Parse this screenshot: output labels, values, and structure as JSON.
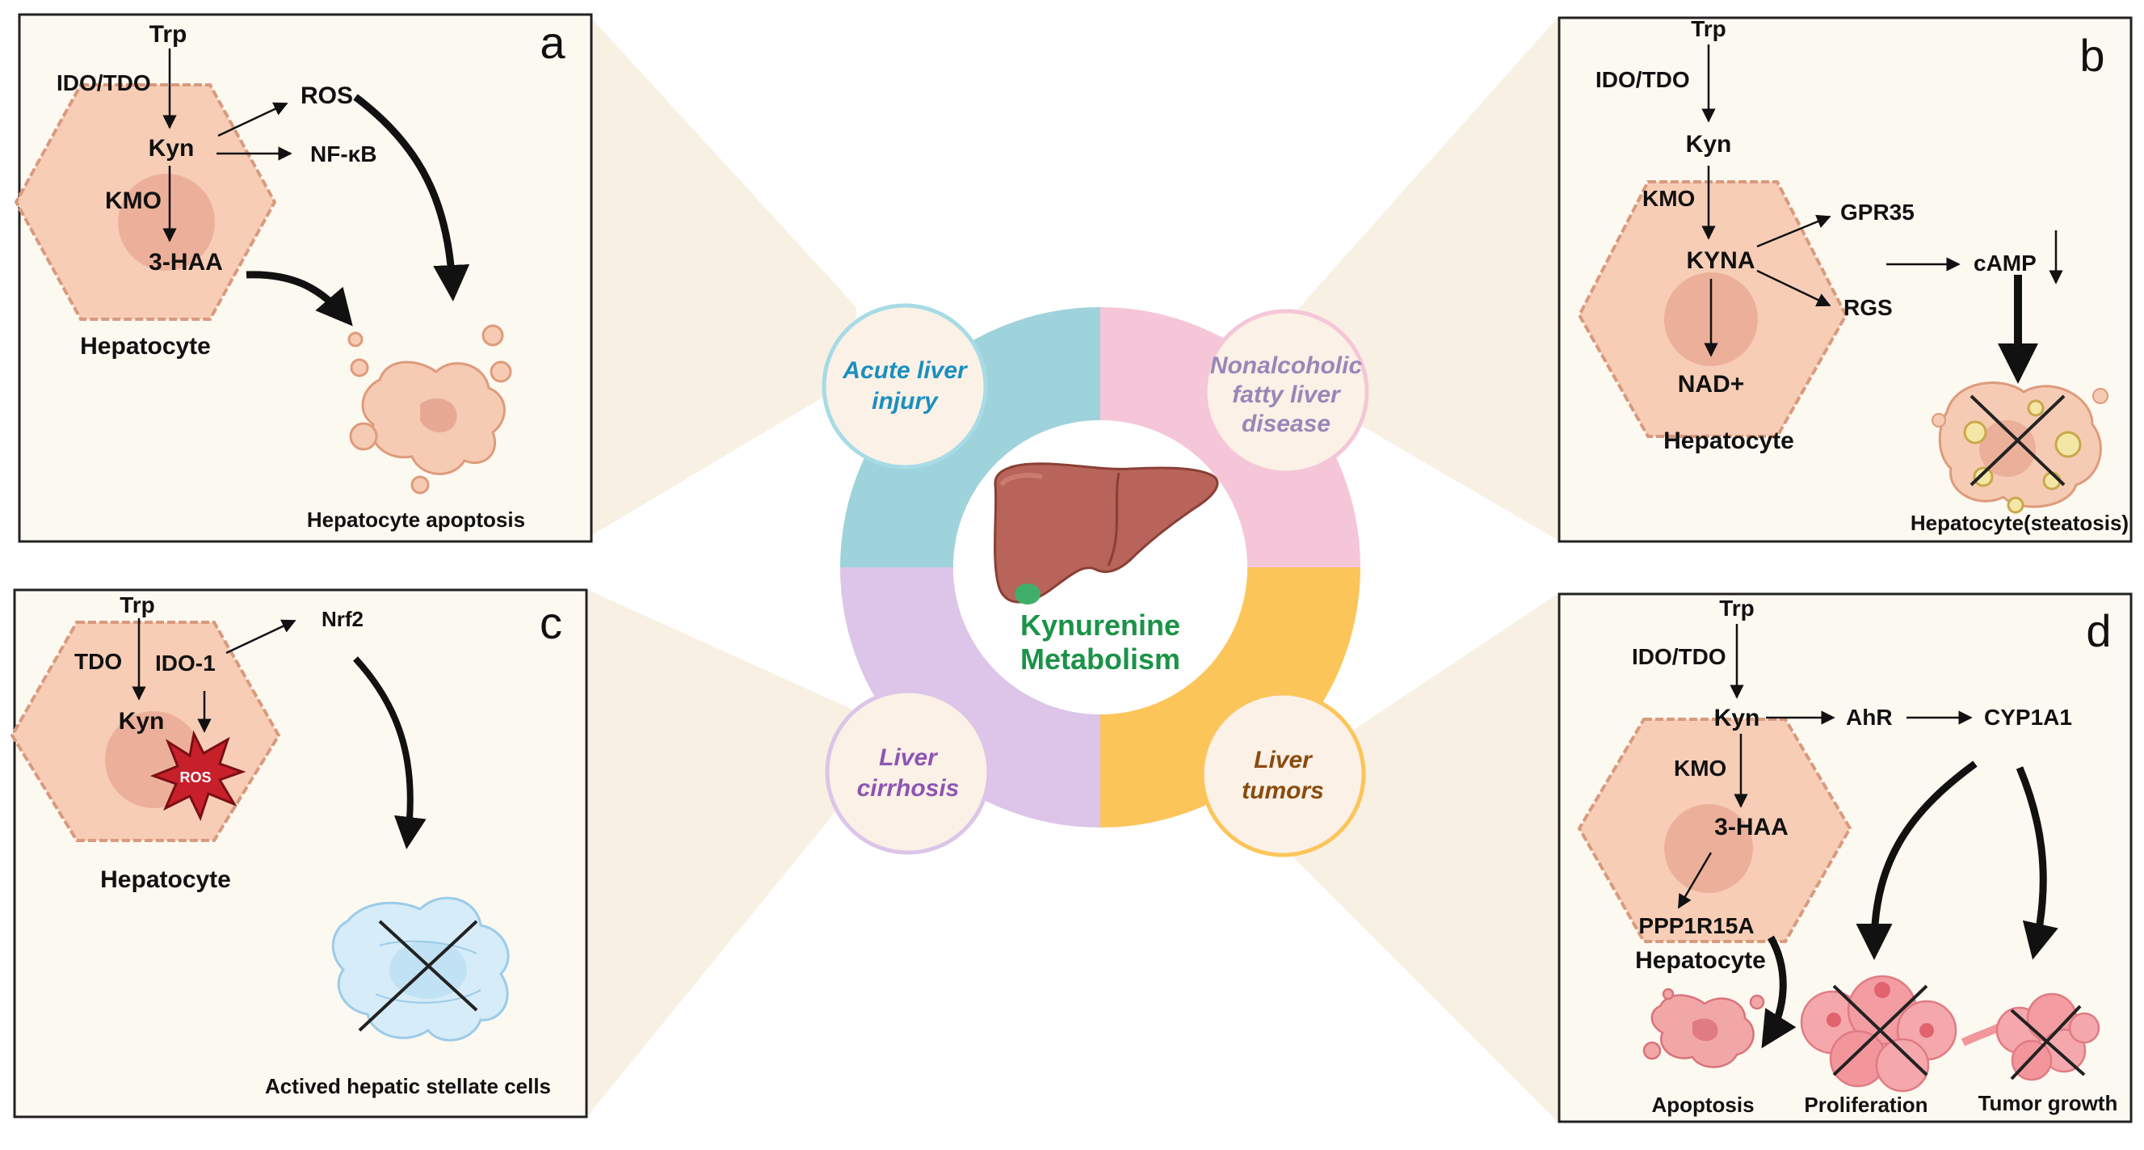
{
  "center": {
    "title_line1": "Kynurenine",
    "title_line2": "Metabolism"
  },
  "diseases": {
    "acute": {
      "line1": "Acute liver",
      "line2": "injury",
      "color": "#1a8fc0"
    },
    "nafld": {
      "line1": "Nonalcoholic",
      "line2": "fatty liver",
      "line3": "disease",
      "color": "#9a86b8"
    },
    "cirrhosis": {
      "line1": "Liver",
      "line2": "cirrhosis",
      "color": "#8e55b3"
    },
    "tumors": {
      "line1": "Liver",
      "line2": "tumors",
      "color": "#8a4b0f"
    }
  },
  "ring_colors": {
    "teal": "#9fd3dc",
    "pink": "#f5c6d8",
    "lilac": "#dcc5e8",
    "orange": "#fcc55a"
  },
  "panel_a": {
    "letter": "a",
    "trp": "Trp",
    "ido_tdo": "IDO/TDO",
    "kyn": "Kyn",
    "ros": "ROS",
    "nfkb": "NF-κB",
    "kmo": "KMO",
    "haa": "3-HAA",
    "cell": "Hepatocyte",
    "outcome": "Hepatocyte apoptosis"
  },
  "panel_b": {
    "letter": "b",
    "trp": "Trp",
    "ido_tdo": "IDO/TDO",
    "kyn": "Kyn",
    "kmo": "KMO",
    "kyna": "KYNA",
    "gpr35": "GPR35",
    "rgs": "RGS",
    "camp": "cAMP",
    "nad": "NAD+",
    "cell": "Hepatocyte",
    "outcome": "Hepatocyte(steatosis)"
  },
  "panel_c": {
    "letter": "c",
    "trp": "Trp",
    "tdo": "TDO",
    "ido1": "IDO-1",
    "nrf2": "Nrf2",
    "kyn": "Kyn",
    "ros": "ROS",
    "cell": "Hepatocyte",
    "outcome": "Actived hepatic stellate cells"
  },
  "panel_d": {
    "letter": "d",
    "trp": "Trp",
    "ido_tdo": "IDO/TDO",
    "kyn": "Kyn",
    "ahr": "AhR",
    "cyp": "CYP1A1",
    "kmo": "KMO",
    "haa": "3-HAA",
    "ppp": "PPP1R15A",
    "cell": "Hepatocyte",
    "apoptosis": "Apoptosis",
    "proliferation": "Proliferation",
    "tumor_growth": "Tumor growth"
  }
}
